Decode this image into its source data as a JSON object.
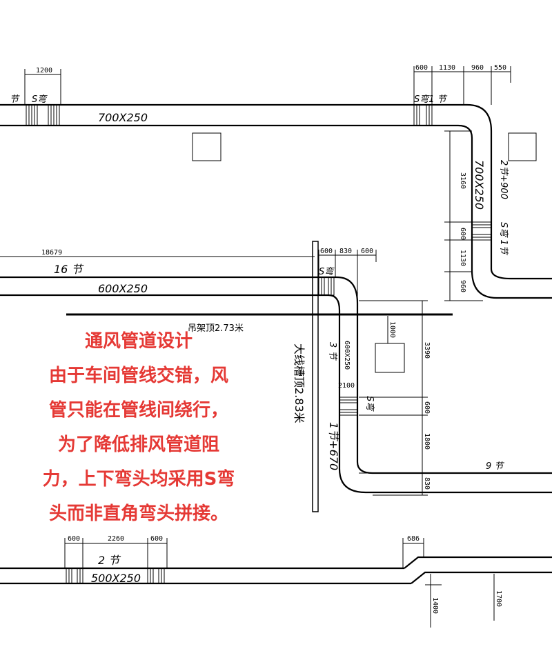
{
  "top_left_duct": {
    "dim": "1200",
    "jie": "节",
    "s_bend": "S弯",
    "size": "700X250"
  },
  "top_right": {
    "dims": [
      "600",
      "1130",
      "960",
      "550"
    ],
    "s_bend": "S弯1 节",
    "vert_size": "700X250",
    "vert_dims": [
      "3160",
      "600",
      "1130",
      "960"
    ],
    "vert_label_top": "2节+900",
    "vert_label_s": "S弯 1节"
  },
  "middle_duct": {
    "length": "18679",
    "count": "16 节",
    "size": "600X250",
    "dims": [
      "600",
      "830",
      "600"
    ],
    "s_bend": "S弯"
  },
  "ceiling": {
    "hanger": "吊架顶2.73米",
    "trough": "大线槽顶2.83米"
  },
  "center_vertical": {
    "count": "3 节",
    "size": "600X250",
    "dim_small": "2100",
    "dim_box": "1000",
    "s_bend": "S弯",
    "label": "1节+670",
    "right_dims": [
      "3390",
      "600",
      "1800",
      "830"
    ],
    "jie9": "9 节"
  },
  "bottom_duct": {
    "dims": [
      "600",
      "2260",
      "600"
    ],
    "count": "2 节",
    "size": "500X250",
    "dim_right": "686",
    "vert_dims": [
      "1400",
      "1700"
    ]
  },
  "note": {
    "lines": [
      "通风管道设计",
      "由于车间管线交错，风",
      "管只能在管线间绕行，",
      "为了降低排风管道阻",
      "力，上下弯头均采用S弯",
      "头而非直角弯头拼接。"
    ],
    "color": "#e53935"
  }
}
